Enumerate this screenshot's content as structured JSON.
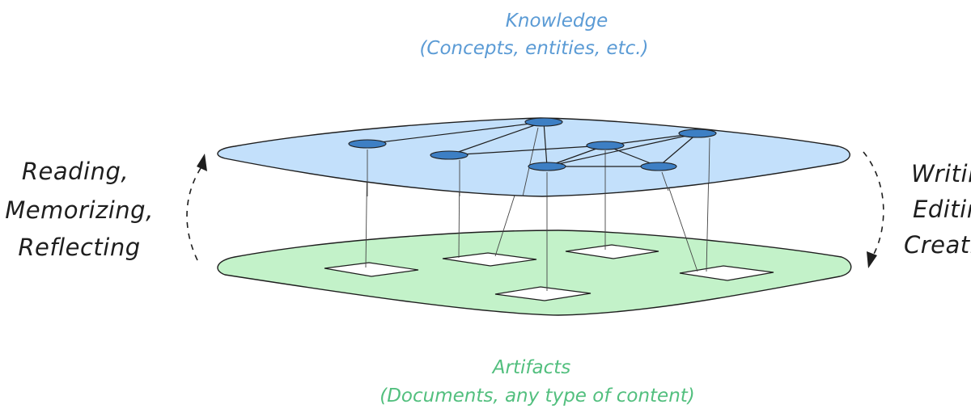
{
  "knowledge_layer": {
    "title": "Knowledge",
    "subtitle": "(Concepts, entities, etc.)",
    "fill_color": "#c3e0fb",
    "text_color": "#5b9bd5",
    "node_color": "#3d7fc4"
  },
  "artifacts_layer": {
    "title": "Artifacts",
    "subtitle": "(Documents, any type of content)",
    "fill_color": "#c3f2c9",
    "text_color": "#52bf7e"
  },
  "left_process": {
    "lines": [
      "Reading,",
      "Memorizing,",
      "Reflecting"
    ],
    "arrow_direction": "up"
  },
  "right_process": {
    "lines": [
      "Writing,",
      "Editing,",
      "Creating"
    ],
    "arrow_direction": "down"
  }
}
